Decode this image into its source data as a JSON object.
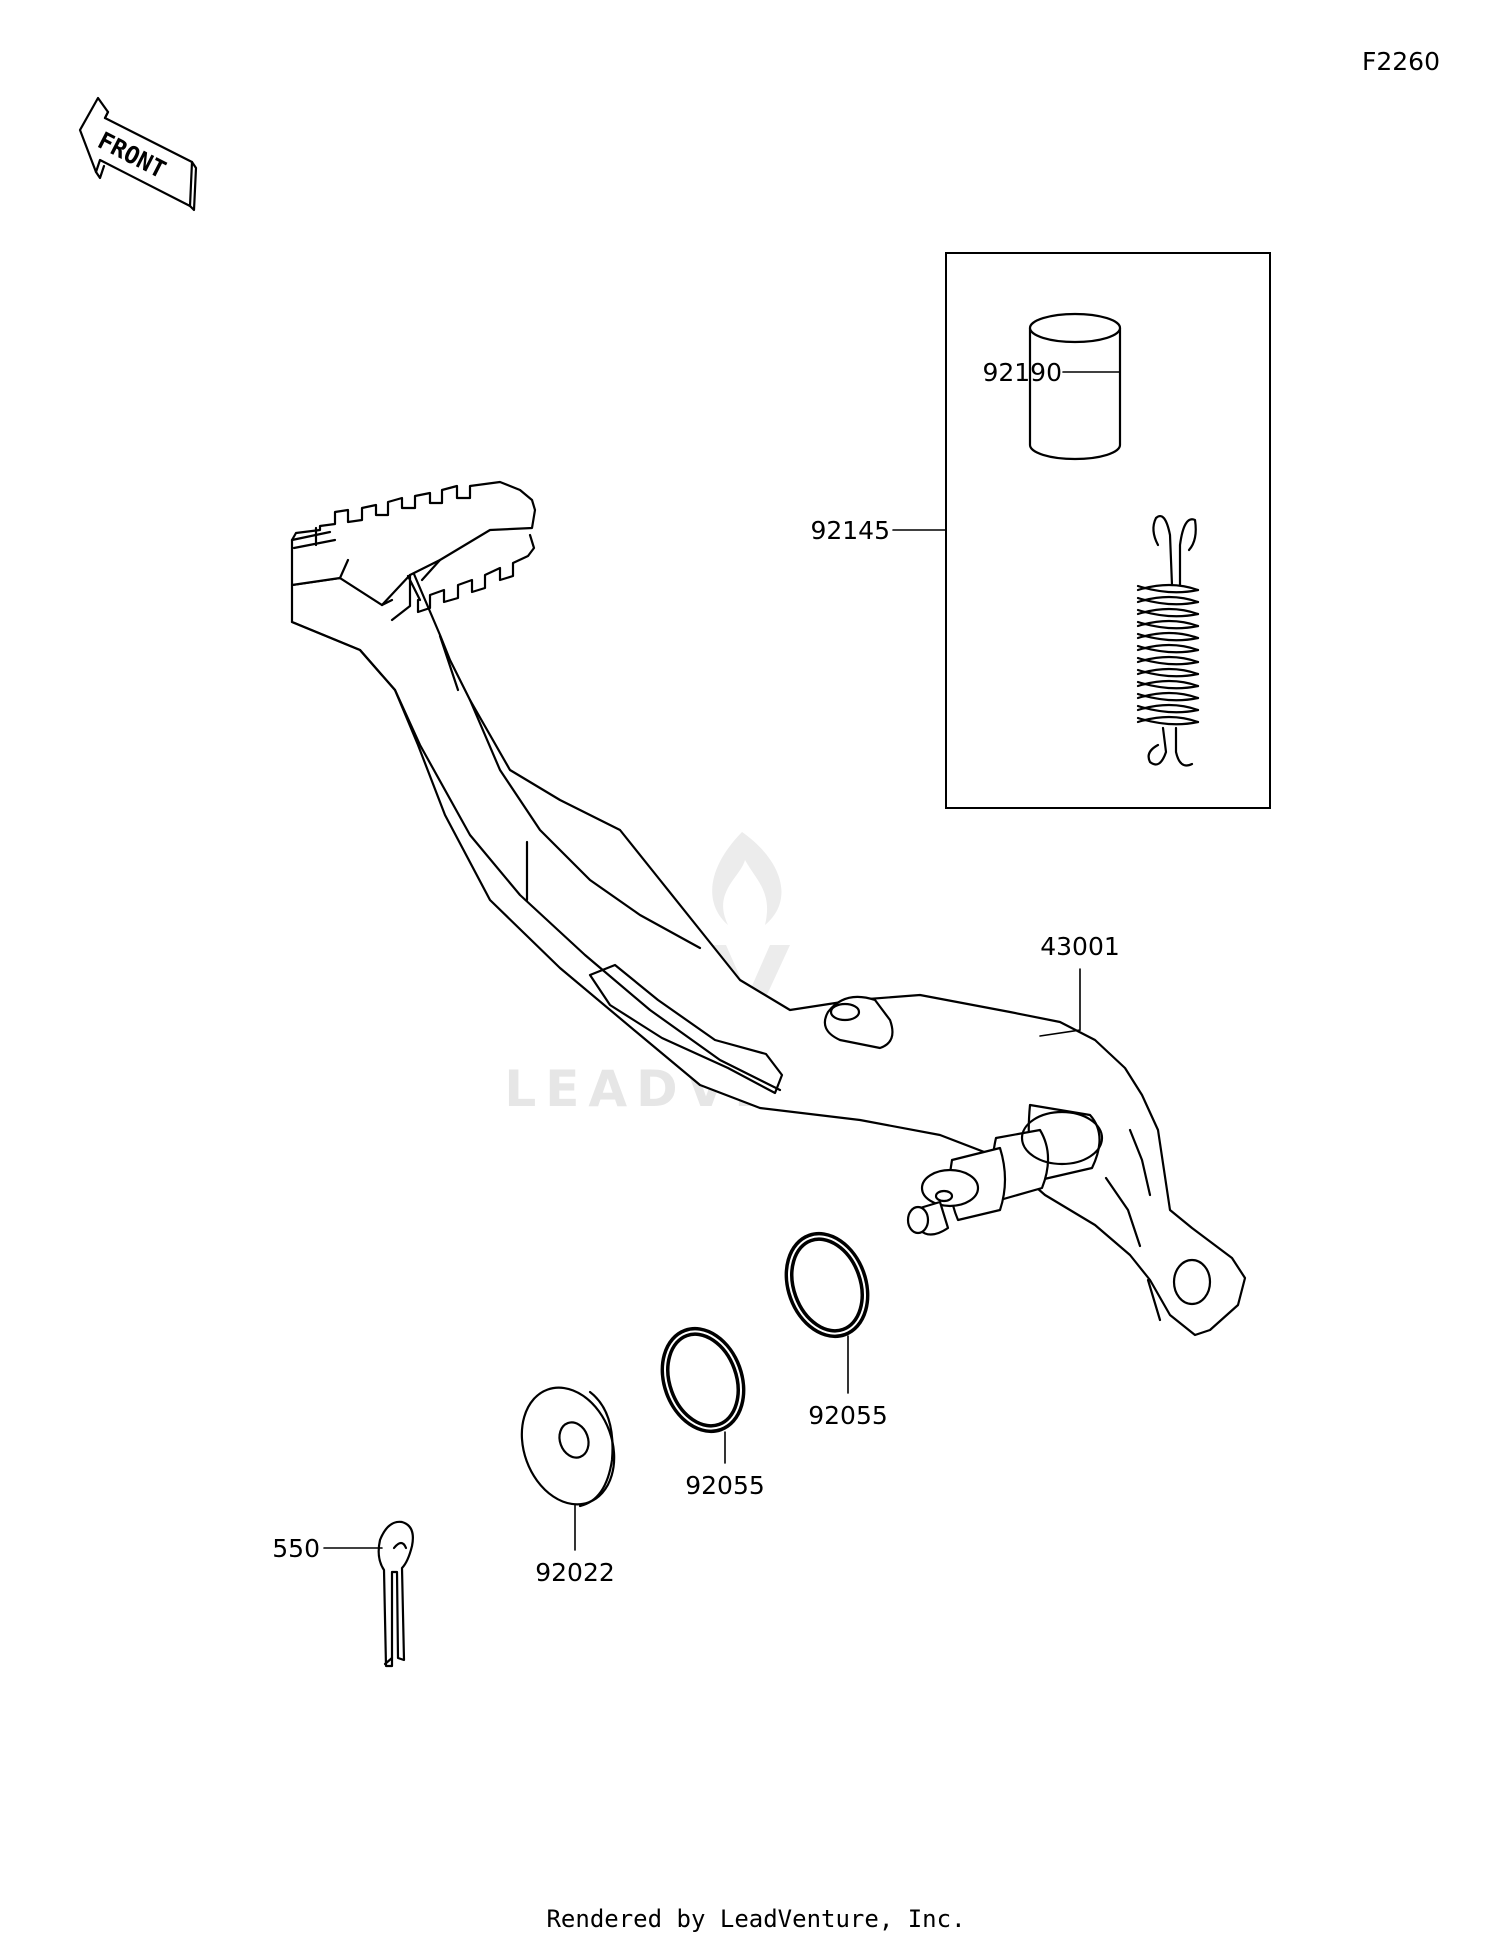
{
  "diagram_id": "F2260",
  "front_indicator": "FRONT",
  "watermark": "LEADVENTURE",
  "footer": "Rendered by LeadVenture, Inc.",
  "parts": [
    {
      "ref": "92190"
    },
    {
      "ref": "92145"
    },
    {
      "ref": "43001"
    },
    {
      "ref": "92055"
    },
    {
      "ref": "92055"
    },
    {
      "ref": "92022"
    },
    {
      "ref": "550"
    }
  ]
}
